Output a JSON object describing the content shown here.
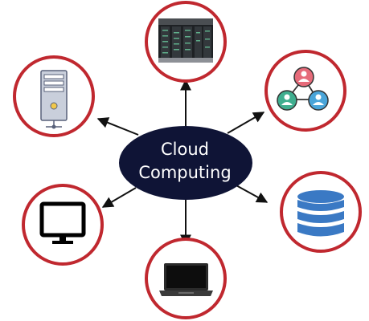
{
  "hub": {
    "line1": "Cloud",
    "line2": "Computing"
  },
  "nodes": [
    {
      "id": "server-room",
      "icon": "server-racks-photo-icon"
    },
    {
      "id": "network",
      "icon": "user-network-icon"
    },
    {
      "id": "database",
      "icon": "database-icon"
    },
    {
      "id": "laptop",
      "icon": "laptop-icon"
    },
    {
      "id": "monitor",
      "icon": "monitor-icon"
    },
    {
      "id": "server",
      "icon": "server-tower-icon"
    }
  ],
  "colors": {
    "hub_fill": "#0f1436",
    "ring": "#c0282f",
    "arrow": "#111111",
    "database_blue": "#3a79c4",
    "node_pink": "#e66b7a",
    "node_green": "#3fae8f",
    "node_blue": "#4aa5d9"
  }
}
